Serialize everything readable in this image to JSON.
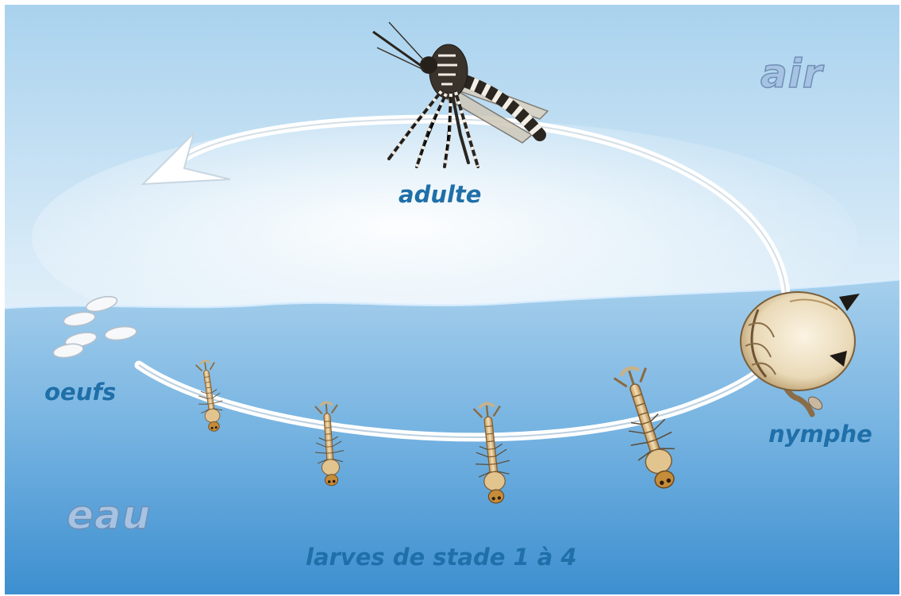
{
  "zones": {
    "air": "air",
    "water": "eau"
  },
  "stages": {
    "adult": "adulte",
    "eggs": "oeufs",
    "pupa": "nymphe",
    "larvae": "larves de stade 1 à 4"
  },
  "colors": {
    "label": "#1f6fa8",
    "zone_label": "#a7c3e3",
    "zone_label_outline": "#6f8fb6",
    "sky_top": "#a9d2ee",
    "sky_light": "#f7fbfe",
    "water_top": "#a6cfec",
    "water_bottom": "#3d8fd0",
    "cycle_arrow": "#ffffff"
  },
  "icons": {
    "adult": "mosquito-icon",
    "eggs": "eggs-icon",
    "pupa": "pupa-icon",
    "larva": "larva-icon",
    "arrow": "cycle-arrow"
  }
}
